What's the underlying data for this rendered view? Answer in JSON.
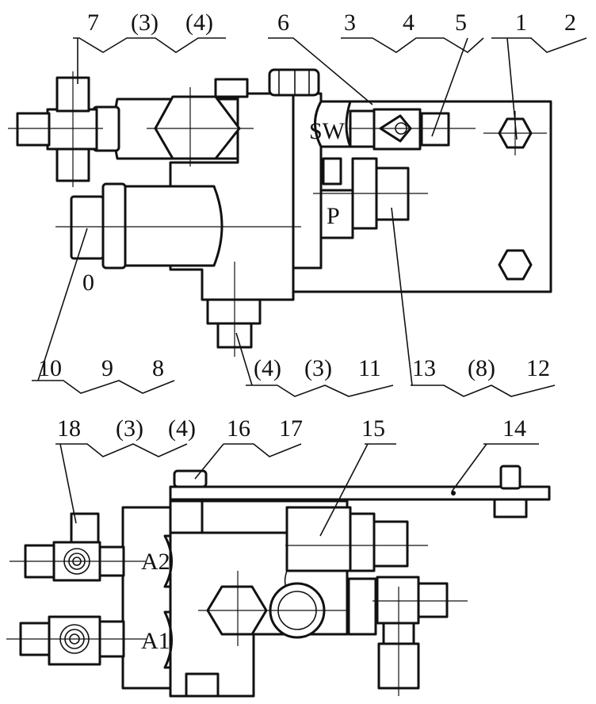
{
  "labels": {
    "top_7": "7",
    "top_p3": "(3)",
    "top_p4": "(4)",
    "top_6": "6",
    "top_3": "3",
    "top_4": "4",
    "top_5": "5",
    "top_1": "1",
    "top_2": "2",
    "mid_10": "10",
    "mid_9": "9",
    "mid_8": "8",
    "mid_p4": "(4)",
    "mid_p3": "(3)",
    "mid_11": "11",
    "mid_13": "13",
    "mid_p8": "(8)",
    "mid_12": "12",
    "bot_18": "18",
    "bot_p3": "(3)",
    "bot_p4": "(4)",
    "bot_16": "16",
    "bot_17": "17",
    "bot_15": "15",
    "bot_14": "14"
  },
  "ports": {
    "sw": "SW",
    "p": "P",
    "o": "0",
    "a2": "A2",
    "a1": "A1"
  }
}
